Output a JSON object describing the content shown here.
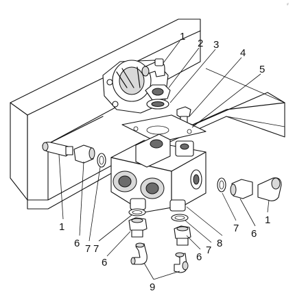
{
  "callouts": {
    "top": [
      "1",
      "2",
      "3",
      "4",
      "5"
    ],
    "left": [
      "1",
      "6",
      "7"
    ],
    "bottom_left": [
      "6",
      "7"
    ],
    "bottom_center": [
      "6",
      "7",
      "8"
    ],
    "right": [
      "7",
      "6",
      "1"
    ],
    "bottom": "9"
  },
  "corner_mark": "#"
}
